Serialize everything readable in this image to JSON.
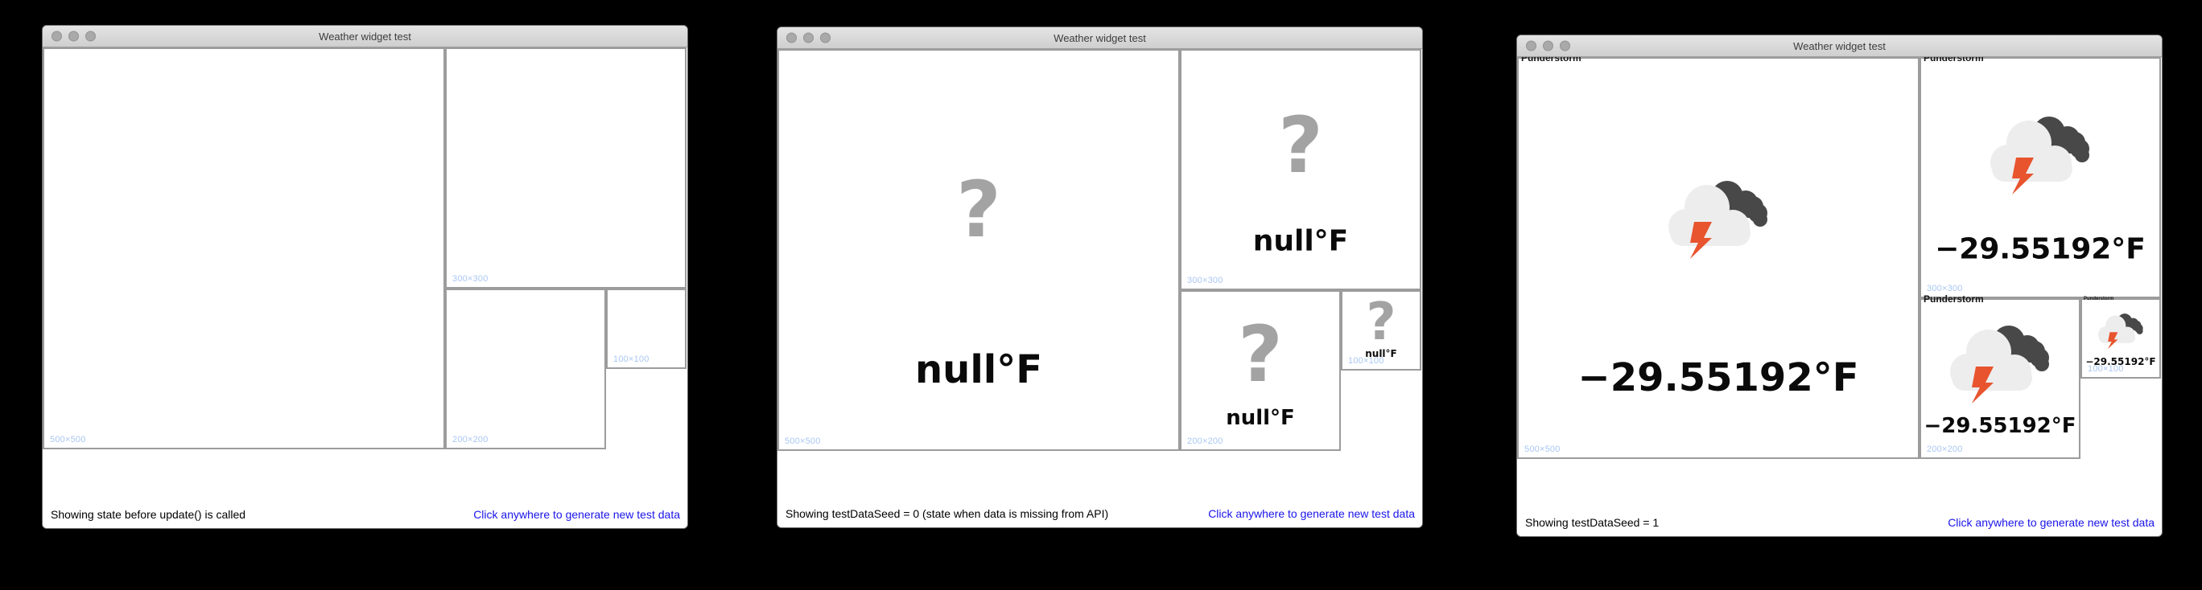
{
  "background_color": "#000000",
  "colors": {
    "link_blue": "#1a14ea",
    "size_label_blue": "#a9c7f3",
    "question_gray": "#a3a3a3",
    "lightning_orange": "#e8542e",
    "dark_cloud": "#484848",
    "light_cloud": "#ededed",
    "widget_border": "#9c9c9c"
  },
  "icons": {
    "question_glyph": "?"
  },
  "windows": [
    {
      "title": "Weather widget test",
      "status": "Showing state before update() is called",
      "link": "Click anywhere to generate new test data",
      "widgets": [
        {
          "size_label": "500×500"
        },
        {
          "size_label": "300×300"
        },
        {
          "size_label": "200×200"
        },
        {
          "size_label": "100×100"
        }
      ]
    },
    {
      "title": "Weather widget test",
      "status": "Showing testDataSeed = 0 (state when data is missing from API)",
      "link": "Click anywhere to generate new test data",
      "widgets": [
        {
          "size_label": "500×500",
          "icon": "question-mark",
          "temperature": "null°F"
        },
        {
          "size_label": "300×300",
          "icon": "question-mark",
          "temperature": "null°F"
        },
        {
          "size_label": "200×200",
          "icon": "question-mark",
          "temperature": "null°F"
        },
        {
          "size_label": "100×100",
          "icon": "question-mark",
          "temperature": "null°F"
        }
      ]
    },
    {
      "title": "Weather widget test",
      "status": "Showing testDataSeed = 1",
      "link": "Click anywhere to generate new test data",
      "widgets": [
        {
          "size_label": "500×500",
          "icon": "thunderstorm",
          "condition": "Punderstorm",
          "temperature": "−29.55192°F"
        },
        {
          "size_label": "300×300",
          "icon": "thunderstorm",
          "condition": "Punderstorm",
          "temperature": "−29.55192°F"
        },
        {
          "size_label": "200×200",
          "icon": "thunderstorm",
          "condition": "Punderstorm",
          "temperature": "−29.55192°F"
        },
        {
          "size_label": "100×100",
          "icon": "thunderstorm",
          "condition": "Punderstorm",
          "temperature": "−29.55192°F"
        }
      ]
    }
  ]
}
